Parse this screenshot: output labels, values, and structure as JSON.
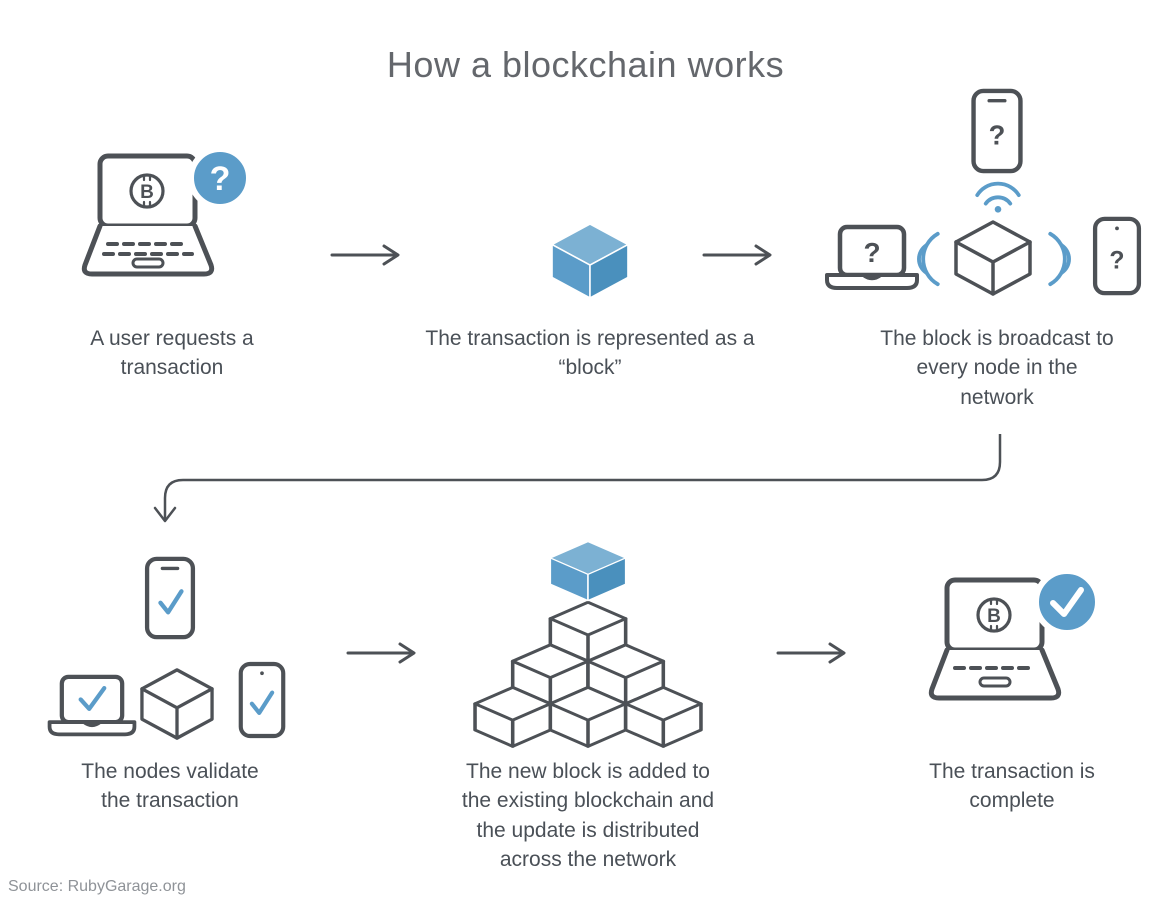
{
  "title": "How a blockchain works",
  "source": "Source: RubyGarage.org",
  "glyphs": {
    "question": "?",
    "bitcoin": "B"
  },
  "colors": {
    "accent": "#5b9cc9",
    "outline": "#4d5156",
    "text": "#4a5057",
    "title": "#64676c",
    "source": "#8f9398",
    "cube_top": "#7cb1d3",
    "cube_left": "#5b9cc9",
    "cube_right": "#4a90bd"
  },
  "steps": [
    {
      "label": "A user requests a transaction"
    },
    {
      "label": "The transaction is represented as a “block”"
    },
    {
      "label": "The block is broadcast to every node in the network"
    },
    {
      "label": "The nodes validate the transaction"
    },
    {
      "label": "The new block is added to the existing blockchain and the update is distributed across the network"
    },
    {
      "label": "The transaction is complete"
    }
  ]
}
